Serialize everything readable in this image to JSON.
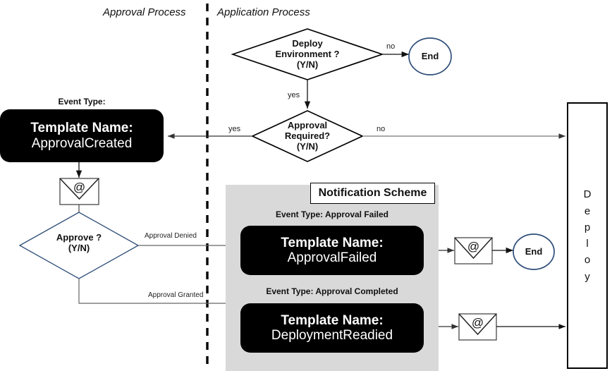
{
  "lanes": [
    {
      "label": "Approval Process"
    },
    {
      "label": "Application Process"
    }
  ],
  "nodes": {
    "deploy_environment": {
      "line1": "Deploy",
      "line2": "Environment ?",
      "line3": "(Y/N)"
    },
    "approval_required": {
      "line1": "Approval",
      "line2": "Required?",
      "line3": "(Y/N)"
    },
    "approve": {
      "line1": "Approve ?",
      "line2": "(Y/N)"
    },
    "end_top": {
      "label": "End"
    },
    "end_mid": {
      "label": "End"
    },
    "approval_created": {
      "caption": "Event Type:",
      "title": "Template Name:",
      "name": "ApprovalCreated"
    },
    "approval_failed": {
      "caption": "Event Type: Approval Failed",
      "title": "Template Name:",
      "name": "ApprovalFailed"
    },
    "deployment_readied": {
      "caption": "Event Type: Approval Completed",
      "title": "Template Name:",
      "name": "DeploymentReadied"
    },
    "notification_scheme": {
      "label": "Notification Scheme"
    },
    "deploy": {
      "label": "Deploy",
      "letters": [
        "D",
        "e",
        "p",
        "l",
        "o",
        "y"
      ]
    },
    "mail_top": {
      "glyph": "@"
    },
    "mail_failed": {
      "glyph": "@"
    },
    "mail_readied": {
      "glyph": "@"
    }
  },
  "edges": {
    "deploy_env_no": "no",
    "deploy_env_yes": "yes",
    "approval_req_yes": "yes",
    "approval_req_no": "no",
    "approval_denied": "Approval Denied",
    "approval_granted": "Approval Granted"
  },
  "colors": {
    "node_fill": "#000000",
    "node_text": "#ffffff",
    "panel_fill": "#d9d9d9",
    "diamond_stroke_blue": "#2f4e79",
    "diamond_stroke_black": "#000000",
    "edge_stroke": "#595959",
    "end_stroke": "#2f4e79",
    "divider": "#000000"
  }
}
